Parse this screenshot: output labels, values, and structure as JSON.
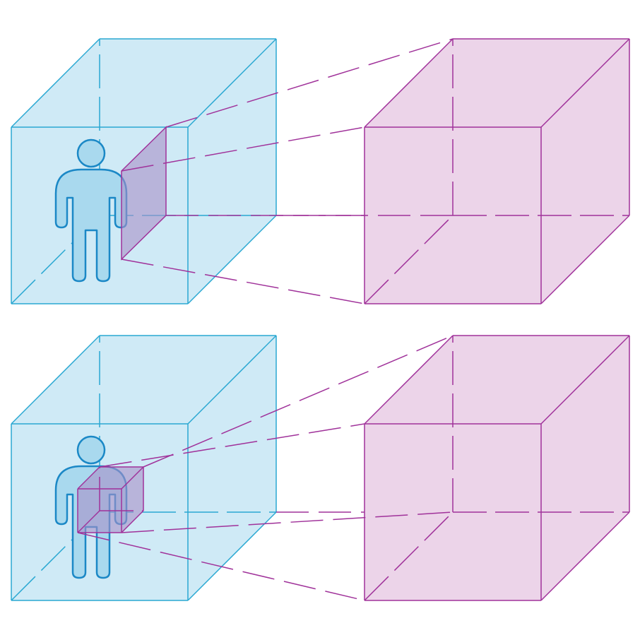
{
  "colors": {
    "background": "#ffffff",
    "cyan_fill": "#cfeaf6",
    "cyan_stroke": "#2aa8d2",
    "magenta_fill": "#ecd4e9",
    "magenta_stroke": "#a0329a",
    "inner_fill": "#a88fc8",
    "person_fill": "#a9d9ee",
    "person_stroke": "#1b88c6"
  },
  "panels": [
    {
      "name": "top",
      "source_space": "cube",
      "inner_volume": "square-face",
      "target_space": "cube",
      "icon": "person-icon"
    },
    {
      "name": "bottom",
      "source_space": "cube",
      "inner_volume": "small-cube",
      "target_space": "cube",
      "icon": "person-icon"
    }
  ]
}
